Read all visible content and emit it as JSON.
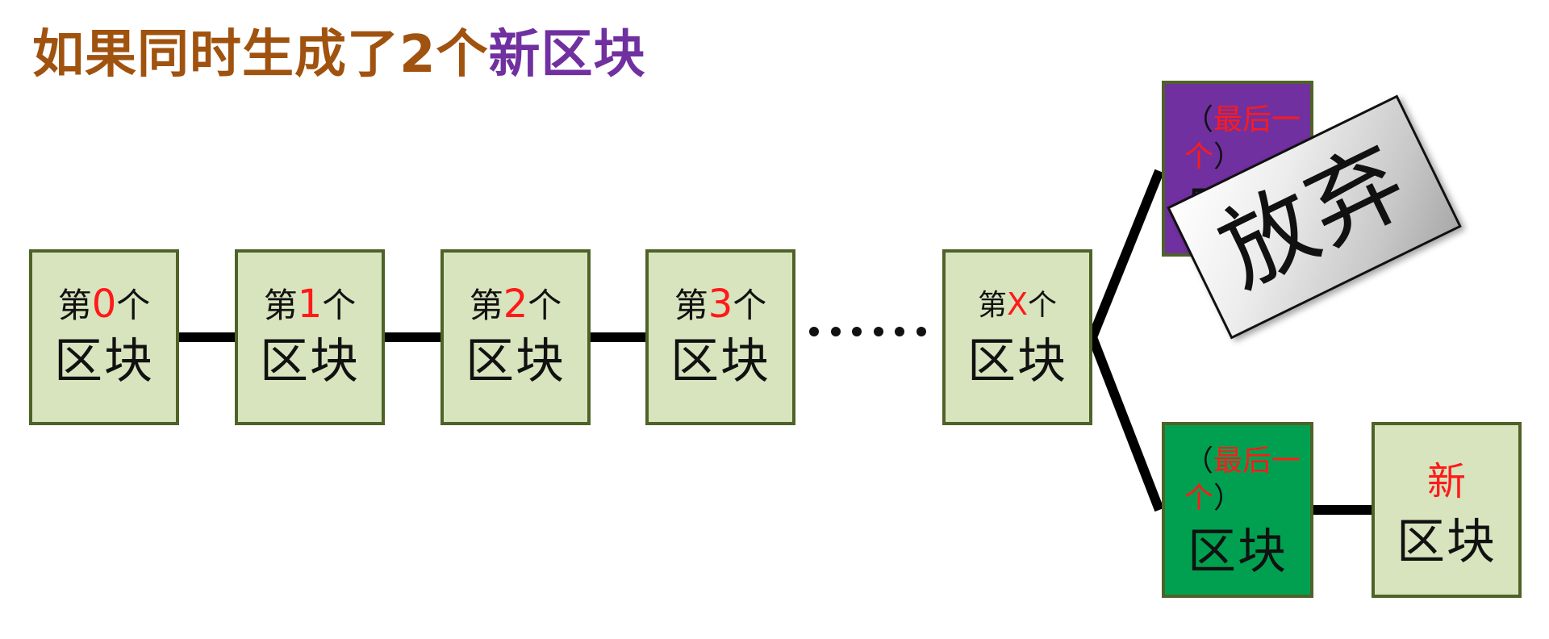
{
  "title": {
    "part1": "如果同时生成了2个",
    "part2": "新区块"
  },
  "blocks": [
    {
      "prefix": "第",
      "num": "0",
      "suffix": "个",
      "label": "区块"
    },
    {
      "prefix": "第",
      "num": "1",
      "suffix": "个",
      "label": "区块"
    },
    {
      "prefix": "第",
      "num": "2",
      "suffix": "个",
      "label": "区块"
    },
    {
      "prefix": "第",
      "num": "3",
      "suffix": "个",
      "label": "区块"
    },
    {
      "prefix": "第",
      "num": "X",
      "suffix": "个",
      "label": "区块"
    }
  ],
  "last_block_discarded": {
    "open": "（",
    "note": "最后一个",
    "close": "）",
    "label": "区块"
  },
  "last_block_kept": {
    "open": "（",
    "note": "最后一个",
    "close": "）",
    "label": "区块"
  },
  "new_block": {
    "line1": "新",
    "line2": "区块"
  },
  "stamp": {
    "text": "放弃"
  },
  "colors": {
    "title_main": "#a0520f",
    "title_accent": "#7030a0",
    "block_fill": "#d7e4bd",
    "block_border": "#4f6228",
    "discarded_fill": "#7030a0",
    "kept_fill": "#00a050",
    "highlight_text": "#ff1a1a"
  }
}
